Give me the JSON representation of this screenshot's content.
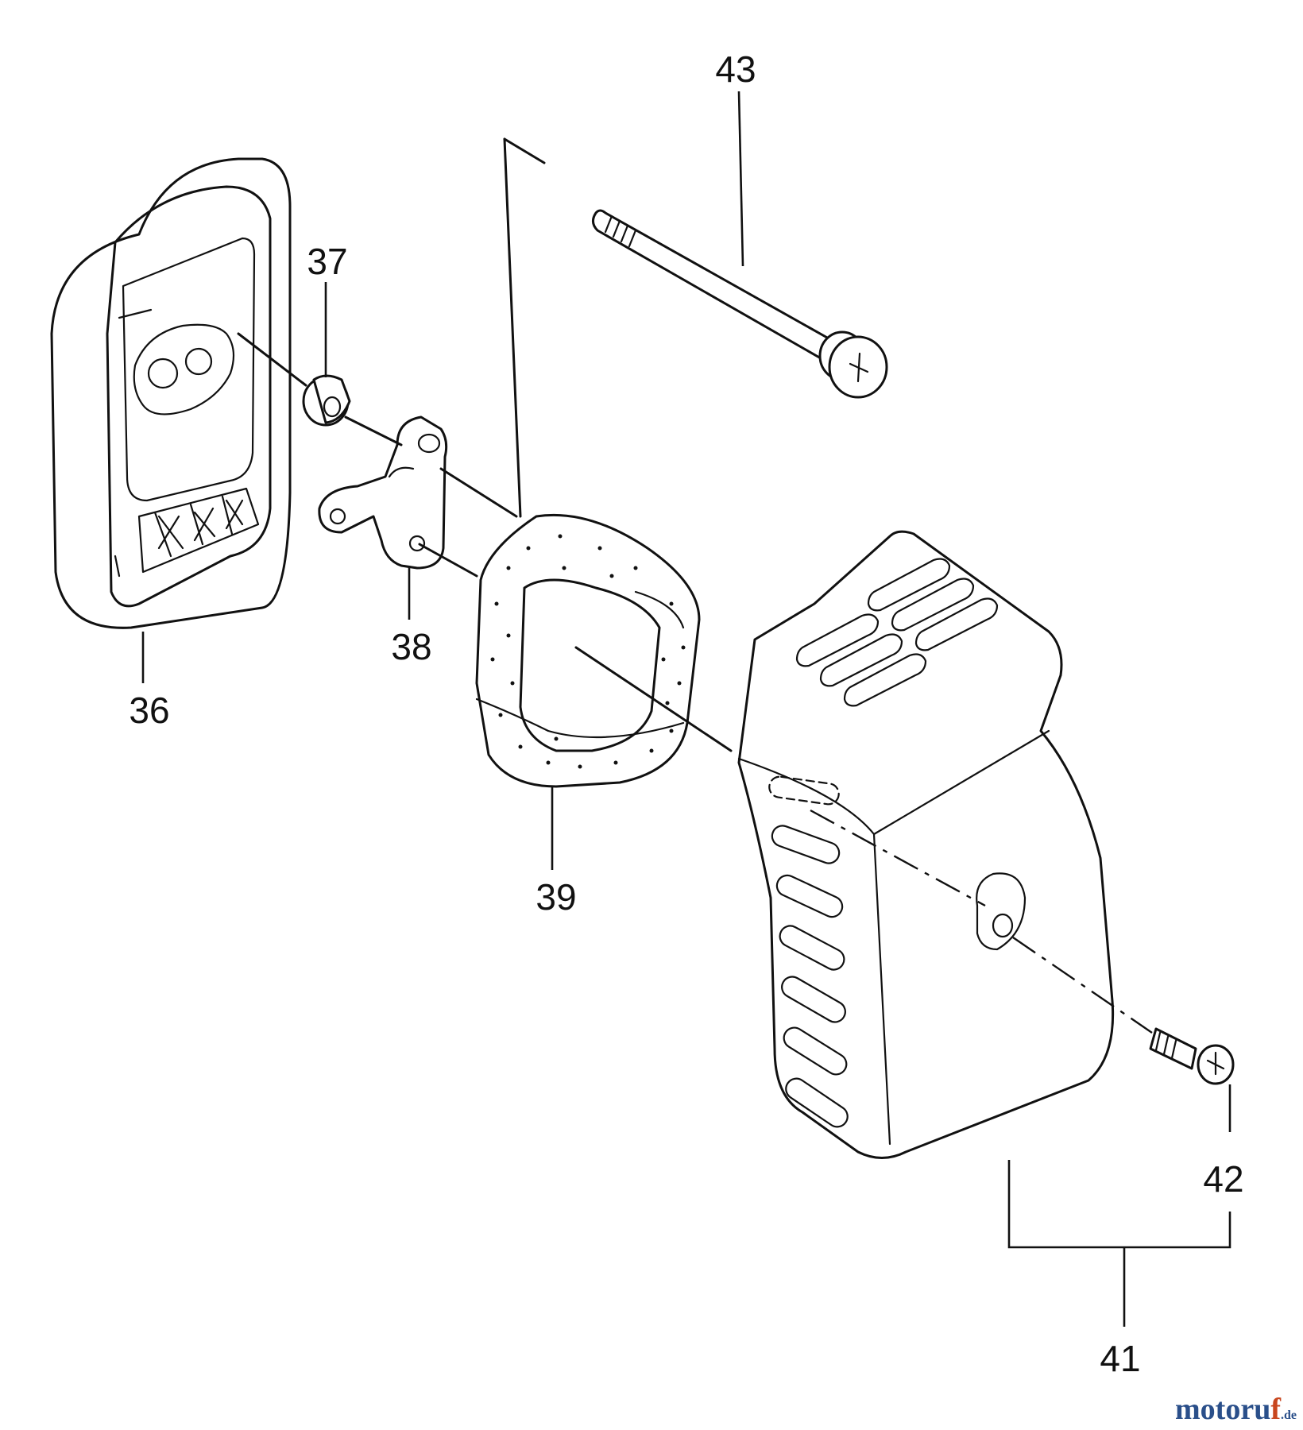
{
  "parts": [
    {
      "id": "p36",
      "number": "36"
    },
    {
      "id": "p37",
      "number": "37"
    },
    {
      "id": "p38",
      "number": "38"
    },
    {
      "id": "p39",
      "number": "39"
    },
    {
      "id": "p41",
      "number": "41"
    },
    {
      "id": "p42",
      "number": "42"
    },
    {
      "id": "p43",
      "number": "43"
    }
  ],
  "watermark": {
    "text_main": "motoru",
    "text_accent": "f",
    "text_tld": ".de"
  }
}
